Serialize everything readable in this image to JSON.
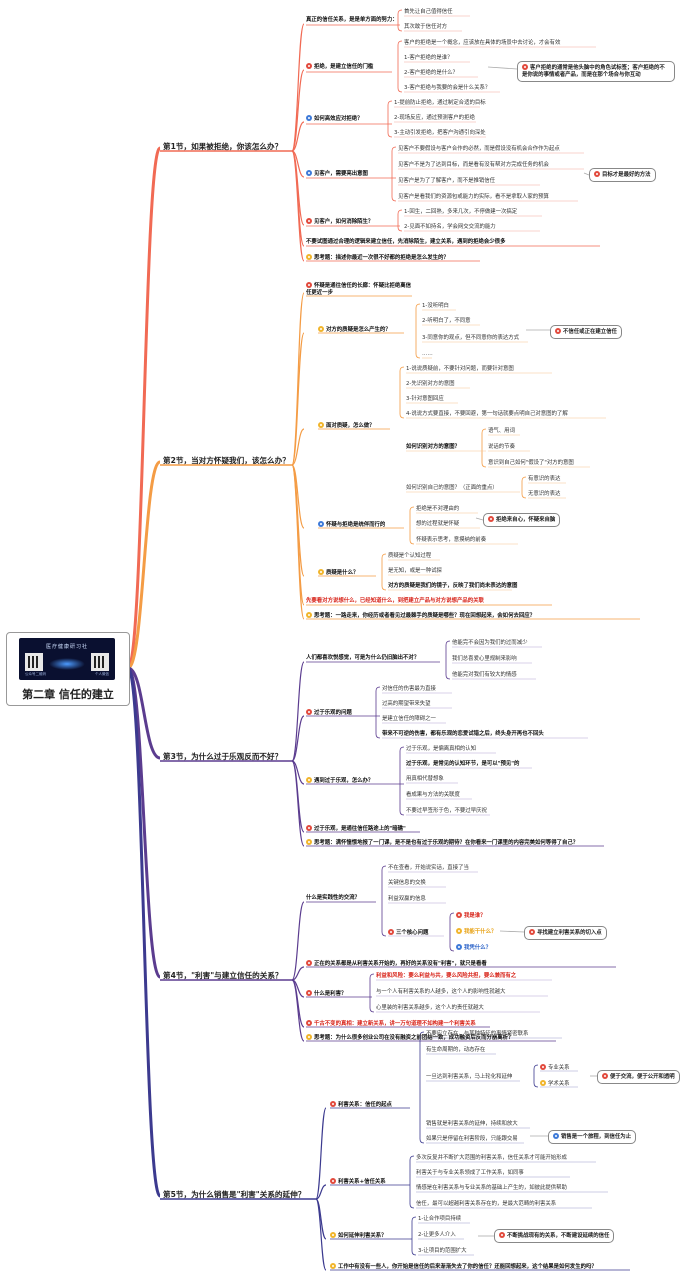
{
  "root": {
    "title": "第二章 信任的建立",
    "logo_text": "医疗健康研习社",
    "logo_left": "公众号二维码",
    "logo_right": "个人微信"
  },
  "colors": {
    "s1": "#f16a54",
    "s2": "#f49c45",
    "s3": "#5b3c8f",
    "s4": "#5b3c8f",
    "s5": "#3c3a8f",
    "red": "#e24a3d",
    "blue": "#3e7ad8",
    "yellow": "#f1b52c"
  },
  "s1": {
    "title": "第1节，如果被拒绝，你该怎么办？",
    "n1": "真正的信任关系，是是单方面的努力：",
    "n1a": "首先让自己值得信任",
    "n1b": "其次敢于信任对方",
    "n2": "拒绝，是建立信任的门槛",
    "n2a": "客户的拒绝是一个概念，应该放在具体的场景中去讨论，才会有效",
    "n2b": "1-客户拒绝的是谁？",
    "n2c": "2-客户拒绝的是什么？",
    "n2d": "3-客户拒绝与我要的会是什么关系？",
    "n2box": "客户拒绝的通常是他头脑中的角色试标签；客户拒绝的不是你说的事情或者产品，而是在那个场合与你互动",
    "n3": "如何高效应对拒绝？",
    "n3a": "1-提前防止拒绝，通过制定合适的目标",
    "n3b": "2-现场反应，通过预测客户的拒绝",
    "n3c": "3-主动引发拒绝，把客户沟通引向深处",
    "n4": "见客户，需要亮出意图",
    "n4a": "见客户不要假设与客户合作的必然，而是假设没有机会合作作为起点",
    "n4b": "见客户不是为了达到目标，而是看有没有帮对方完成任务的机会",
    "n4c": "见客户是为了了解客户，而不是推销信任",
    "n4d": "见客户是看我们的资源包或能力的实际，看不是拿取人家的预算",
    "n4box": "目标才是最好的方法",
    "n5": "见客户，如何消除陌生？",
    "n5a": "1-回生，二回熟，多来几次，不停做建一次搞定",
    "n5b": "2-见面不如持名，学会网交交流的能力",
    "n6": "不要试图通过合理的逻辑来建立信任，先消除陌生，建立关系，遇到的拒绝会少很多",
    "n7": "思考题：描述你最近一次很不好都的拒绝是怎么发生的？"
  },
  "s2": {
    "title": "第2节，当对方怀疑我们，该怎么办？",
    "n1": "怀疑是通往信任的长廊：怀疑比拒绝离信任更近一步",
    "n2": "对方的质疑是怎么产生的？",
    "n2a": "1-没听明白",
    "n2b": "2-听明白了，不同意",
    "n2c": "3-同意你的观点，但不同意你的表达方式",
    "n2d": "……",
    "n2box": "不信任或正在建立信任",
    "n3": "面对质疑，怎么做？",
    "n3a": "1-说说质疑前，不要针对问题，而要针对意图",
    "n3b": "2-先识别对方的意图",
    "n3c": "3-针对意图回应",
    "n3d": "4-说说方式要直接，不要回避，第一句话就要点明自己对意图的了解",
    "n3e": "如何识别对方的意图？",
    "n3e1": "语气、用词",
    "n3e2": "说话的节奏",
    "n3e3": "意识到自己如何\"假设了\"对方的意图",
    "n3f": "如何识别自己的意图？（正面的重点）",
    "n3f1": "有意识的表达",
    "n3f2": "无意识的表达",
    "n4": "怀疑与拒绝是统伴而行的",
    "n4a": "拒绝是不对理由的",
    "n4b": "想的过程就是怀疑",
    "n4c": "怀疑表示思考，意摸纳的前奏",
    "n4box": "拒绝来自心，怀疑来自脑",
    "n5": "质疑是什么？",
    "n5a": "质疑是个认知过程",
    "n5b": "是无知，或是一种试探",
    "n5c": "对方的质疑是我们的镜子，反映了我们尚未表达的意图",
    "n6": "先要看对方说想什么，已经知道什么，到把建立产品与对方说想产品的关联",
    "n7": "思考题：一路走来，你经历或者看见过最棘手的质疑是哪些？现在回想起来，会如何去回应？"
  },
  "s3": {
    "title": "第3节，为什么过于乐观反而不好？",
    "n1": "人们都喜欢悦感觉，可是为什么仍旧脑出不对？",
    "n1a": "他能完不会因为我们的过而减少",
    "n1b": "我们总喜爱心里规制来影响",
    "n1c": "他能完对我们有较大的情感",
    "n2": "过于乐观的问题",
    "n2a": "对信任的伤害最为直接",
    "n2b": "过高的期望带来失望",
    "n2c": "是建立信任的障碍之一",
    "n2d": "带来不可逆的伤害，都有乐观的恋爱试错之后，终头身开再也不回头",
    "n3": "遇到过于乐观，怎么办？",
    "n3a": "过于乐观，是偏离真相的认知",
    "n3b": "过于乐观，是常见的认知环节，是可以\"预见\"的",
    "n3c": "用真相代替想象",
    "n3d": "看成果与方法的关联度",
    "n3e": "不要过早签形于色，不要过早庆祝",
    "n4": "过于乐观，是通往信任路途上的\"暗礁\"",
    "n5": "思考题：满怀憧憬地报了一门课，是不是也有过于乐观的期待？在你看来一门课里的内容完美如何等得了自己？"
  },
  "s4": {
    "title": "第4节，\"利害\"与建立信任的关系？",
    "n1": "什么是实践性的交流？",
    "n1a": "不在查看，开始说实话，直接了当",
    "n1b": "关键信息的交换",
    "n1c": "利益双赢的信息",
    "n1d": "三个核心问题",
    "n1d1": "我是谁？",
    "n1d2": "我能干什么？",
    "n1d3": "我凭什么？",
    "n1box": "寻找建立利害关系的切入点",
    "n2": "正在的关系都是从利害关系开始的，再好的关系没有\"利害\"，就只是看看",
    "n3": "什么是利害？",
    "n3a": "利益和风险：要么利益与共，要么风险共担，要么兼而有之",
    "n3b": "与一个人有利害关系的人越多，这个人的影响性就越大",
    "n3c": "心里装的利害关系越多，这个人的责任就越大",
    "n4": "千古不变的真相：建立新关系，讲一万句道理不如构建一个利害关系",
    "n5": "思考题：为什么很多创业公司在没有融资之前团结一致，成功融资后反而分崩离析？"
  },
  "s5": {
    "title": "第5节，为什么销售是\"利害\"关系的延伸？",
    "n1": "利害关系：信任的起点",
    "n1a": "不要应立存在，与某种特征的事情紧密联系",
    "n1b": "有生命周期的，动态存在",
    "n1c": "一旦达到利害关系，马上轮化和延伸",
    "n1c1": "专业关系",
    "n1c2": "学术关系",
    "n1cbox": "便于交流，便于公开和透明",
    "n1d": "销售就是利害关系的延伸，持续和放大",
    "n1e": "如果只是停留在利害阶段，只能跟交易",
    "n1ebox": "销售是一个旅程，到信任为止",
    "n2": "利害关系+信任关系",
    "n2a": "多次反复并不断扩大范围的利害关系，信任关系才可能开始形成",
    "n2b": "利害关于与专业关系领成了工作关系，如同事",
    "n2c": "情感是在利害关系与专业关系的基础上产生的，如彼此提供帮助",
    "n2d": "信任，最可以超越利害关系存在的，是最大范畴的利害关系",
    "n3": "如何延伸利害关系？",
    "n3a": "1-让合作项目持续",
    "n3b": "2-让更多人介入",
    "n3c": "3-让项目的范围扩大",
    "n3box": "不断挑战现有的关系，不断建设延续的信任",
    "n4": "工作中有没有一些人，你开始是信任的后来渐渐失去了你的信任？还能回想起来，这个结果是如何发生的吗？"
  }
}
